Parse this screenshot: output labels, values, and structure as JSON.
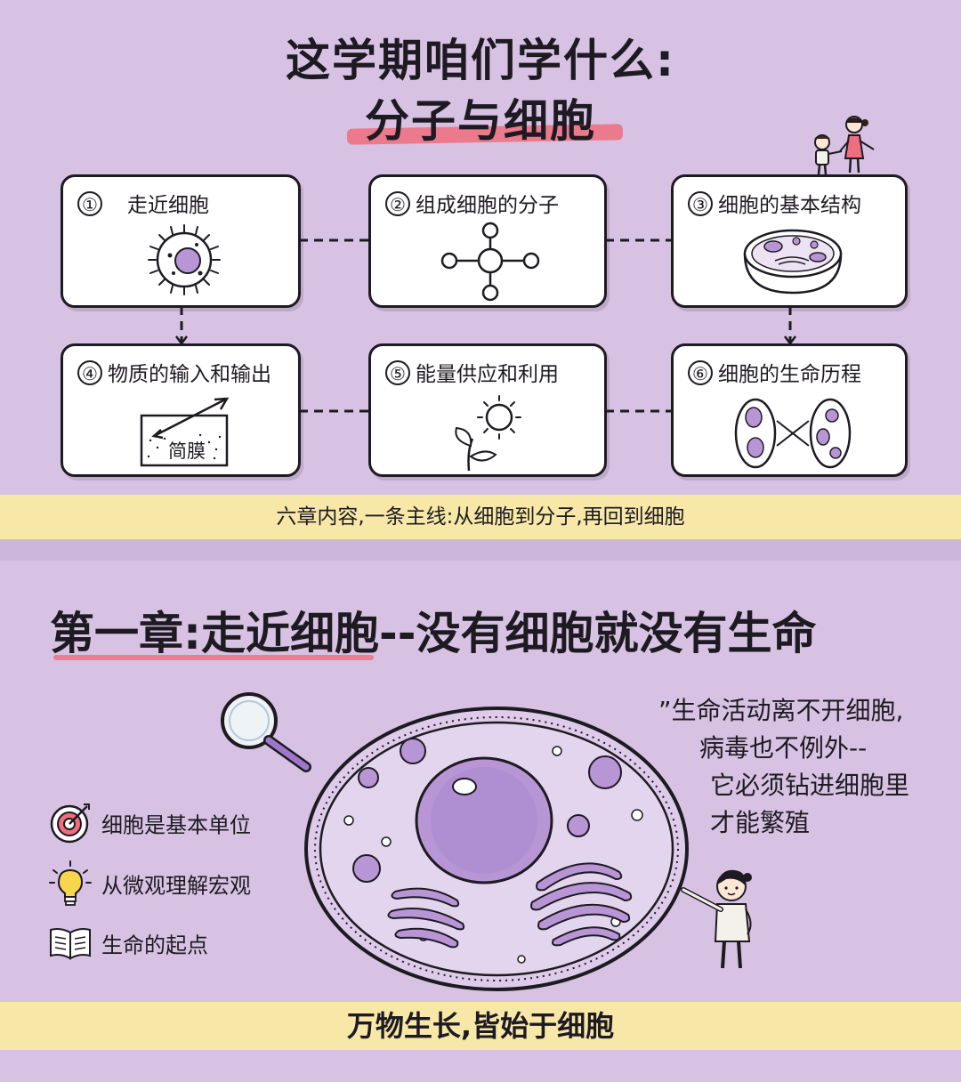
{
  "header": {
    "title_line1": "这学期咱们学什么:",
    "title_line2": "分子与细胞"
  },
  "chapters_map": [
    {
      "num": "①",
      "label": "走近细胞",
      "icon": "cell-with-cilia-icon"
    },
    {
      "num": "②",
      "label": "组成细胞的分子",
      "icon": "molecule-icon"
    },
    {
      "num": "③",
      "label": "细胞的基本结构",
      "icon": "cell-structure-dish-icon"
    },
    {
      "num": "④",
      "label": "物质的输入和输出",
      "icon": "membrane-transport-icon",
      "inner_label": "简膜"
    },
    {
      "num": "⑤",
      "label": "能量供应和利用",
      "icon": "sun-and-leaf-icon"
    },
    {
      "num": "⑥",
      "label": "细胞的生命历程",
      "icon": "cell-division-icon"
    }
  ],
  "banner_top": "六章内容,一条主线:从细胞到分子,再回到细胞",
  "chapter_one": {
    "heading": "第一章:走近细胞--没有细胞就没有生命",
    "quote_lines": [
      "”生命活动离不开细胞,",
      "病毒也不例外--",
      "它必须钻进细胞里",
      "才能繁殖"
    ],
    "features": [
      {
        "icon": "target-icon",
        "text": "细胞是基本单位"
      },
      {
        "icon": "lightbulb-icon",
        "text": "从微观理解宏观"
      },
      {
        "icon": "open-book-icon",
        "text": "生命的起点"
      }
    ]
  },
  "banner_bottom": "万物生长,皆始于细胞",
  "colors": {
    "background": "#d7c2e3",
    "banner": "#f7e8a8",
    "highlight": "#ef6d7d",
    "cell_purple": "#b896d6",
    "nucleus_purple": "#9d78c9"
  }
}
